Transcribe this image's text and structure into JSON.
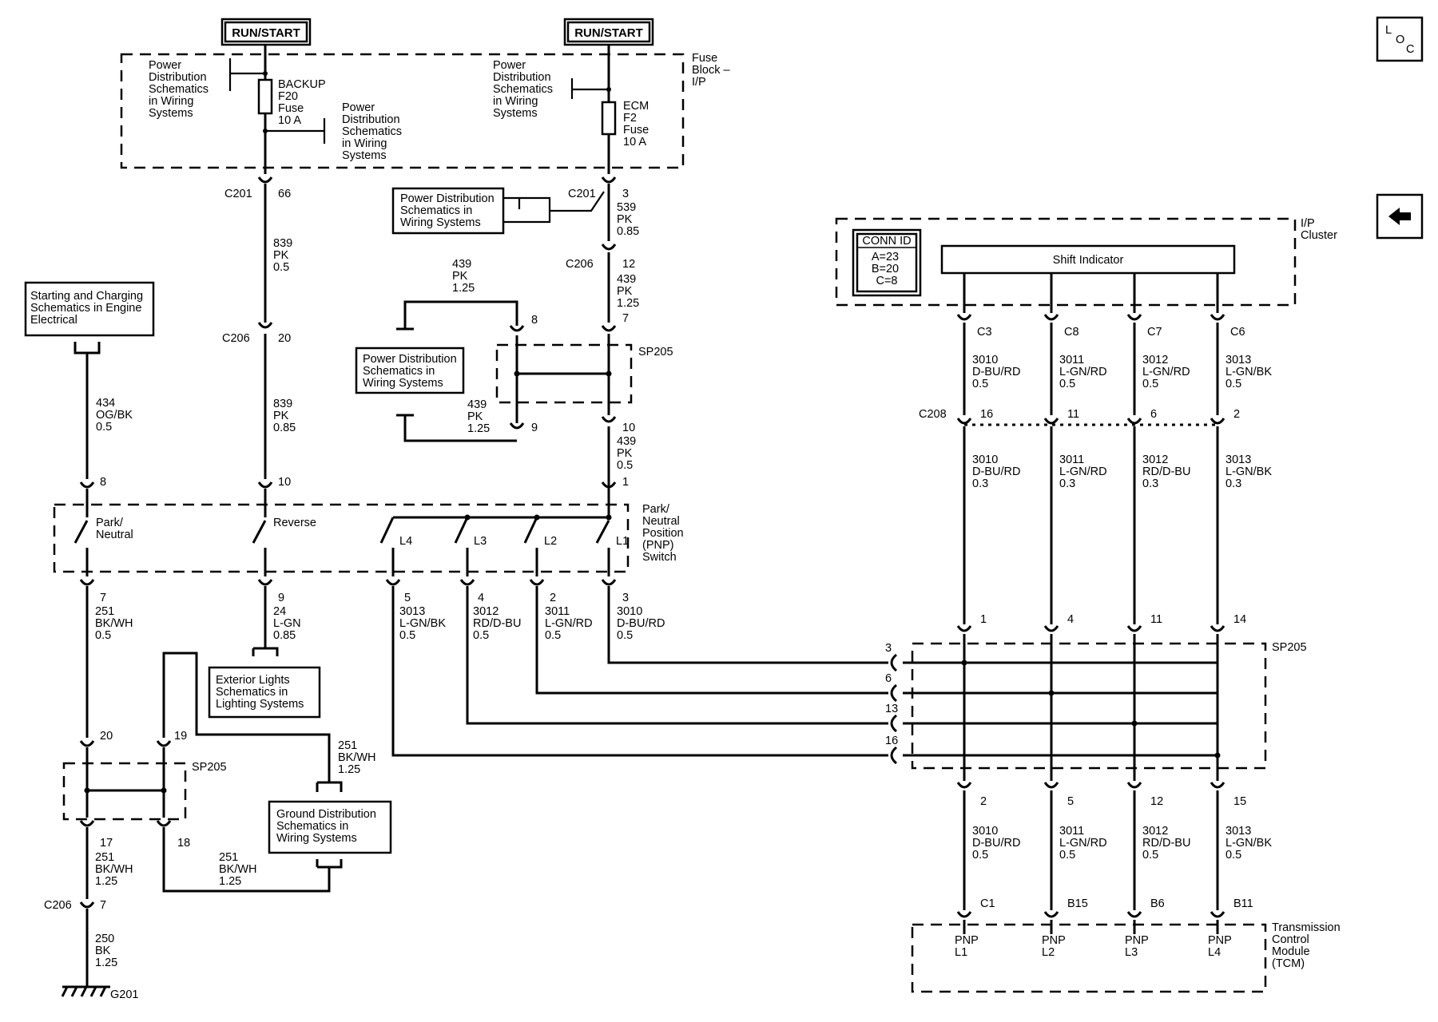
{
  "power": {
    "run_start_left": "RUN/START",
    "run_start_right": "RUN/START",
    "fuse_block_label": [
      "Fuse",
      "Block –",
      "I/P"
    ],
    "pds_left_top": [
      "Power",
      "Distribution",
      "Schematics",
      "in Wiring",
      "Systems"
    ],
    "pds_left_mid": [
      "Power",
      "Distribution",
      "Schematics",
      "in Wiring",
      "Systems"
    ],
    "pds_right_top": [
      "Power",
      "Distribution",
      "Schematics",
      "in Wiring",
      "Systems"
    ],
    "fuse_backup": [
      "BACKUP",
      "F20",
      "Fuse",
      "10 A"
    ],
    "fuse_ecm": [
      "ECM",
      "F2",
      "Fuse",
      "10 A"
    ]
  },
  "boxes": {
    "pds_c201": [
      "Power Distribution",
      "Schematics in",
      "Wiring Systems"
    ],
    "pds_sp205": [
      "Power Distribution",
      "Schematics in",
      "Wiring Systems"
    ],
    "starting_charging": [
      "Starting and Charging",
      "Schematics in Engine",
      "Electrical"
    ],
    "exterior_lights": [
      "Exterior Lights",
      "Schematics in",
      "Lighting Systems"
    ],
    "ground_distribution": [
      "Ground Distribution",
      "Schematics in",
      "Wiring Systems"
    ]
  },
  "connectors": {
    "c201": "C201",
    "c206": "C206",
    "c208": "C208",
    "sp205": "SP205",
    "g201": "G201",
    "c201_pin_left": "66",
    "c201_pin_right": "3",
    "c206_pin_20": "20",
    "c206_pin_12": "12",
    "c206_pin_7": "7",
    "c206_pin_ground": "7",
    "sp205_pin_8": "8",
    "sp205_pin_9": "9",
    "sp205_pin_10": "10",
    "pnp_pin_8": "8",
    "pnp_pin_10": "10",
    "pnp_pin_1": "1",
    "pnp_pin_7": "7",
    "pnp_pin_9": "9",
    "pnp_pin_5": "5",
    "pnp_pin_4": "4",
    "pnp_pin_2": "2",
    "pnp_pin_3": "3",
    "sp205_left_20": "20",
    "sp205_left_19": "19",
    "sp205_left_17": "17",
    "sp205_left_18": "18"
  },
  "wires": {
    "w839_a": [
      "839",
      "PK",
      "0.5"
    ],
    "w839_b": [
      "839",
      "PK",
      "0.85"
    ],
    "w539": [
      "539",
      "PK",
      "0.85"
    ],
    "w439_a": [
      "439",
      "PK",
      "1.25"
    ],
    "w439_b": [
      "439",
      "PK",
      "1.25"
    ],
    "w439_c": [
      "439",
      "PK",
      "1.25"
    ],
    "w439_d": [
      "439",
      "PK",
      "0.5"
    ],
    "w434": [
      "434",
      "OG/BK",
      "0.5"
    ],
    "w251_a": [
      "251",
      "BK/WH",
      "0.5"
    ],
    "w24": [
      "24",
      "L-GN",
      "0.85"
    ],
    "w3013_pnp": [
      "3013",
      "L-GN/BK",
      "0.5"
    ],
    "w3012_pnp": [
      "3012",
      "RD/D-BU",
      "0.5"
    ],
    "w3011_pnp": [
      "3011",
      "L-GN/RD",
      "0.5"
    ],
    "w3010_pnp": [
      "3010",
      "D-BU/RD",
      "0.5"
    ],
    "w251_b": [
      "251",
      "BK/WH",
      "1.25"
    ],
    "w251_c": [
      "251",
      "BK/WH",
      "1.25"
    ],
    "w251_d": [
      "251",
      "BK/WH",
      "1.25"
    ],
    "w250": [
      "250",
      "BK",
      "1.25"
    ]
  },
  "pnp_switch": {
    "title": [
      "Park/",
      "Neutral",
      "Position",
      "(PNP)",
      "Switch"
    ],
    "park_neutral": [
      "Park/",
      "Neutral"
    ],
    "reverse": "Reverse",
    "l4": "L4",
    "l3": "L3",
    "l2": "L2",
    "l1": "L1"
  },
  "cluster": {
    "label": [
      "I/P",
      "Cluster"
    ],
    "conn_id_title": "CONN ID",
    "conn_id_values": [
      "A=23",
      "B=20",
      "C=8"
    ],
    "shift_indicator": "Shift Indicator",
    "pins": [
      "C3",
      "C8",
      "C7",
      "C6"
    ],
    "upper_wires": [
      [
        "3010",
        "D-BU/RD",
        "0.5"
      ],
      [
        "3011",
        "L-GN/RD",
        "0.5"
      ],
      [
        "3012",
        "L-GN/RD",
        "0.5"
      ],
      [
        "3013",
        "L-GN/BK",
        "0.5"
      ]
    ],
    "c208_pins": [
      "16",
      "11",
      "6",
      "2"
    ],
    "mid_wires": [
      [
        "3010",
        "D-BU/RD",
        "0.3"
      ],
      [
        "3011",
        "L-GN/RD",
        "0.3"
      ],
      [
        "3012",
        "RD/D-BU",
        "0.3"
      ],
      [
        "3013",
        "L-GN/BK",
        "0.3"
      ]
    ]
  },
  "sp205_right": {
    "label": "SP205",
    "top_pins": [
      "1",
      "4",
      "11",
      "14"
    ],
    "left_pins": [
      "3",
      "6",
      "13",
      "16"
    ],
    "bottom_pins": [
      "2",
      "5",
      "12",
      "15"
    ]
  },
  "tcm": {
    "label": [
      "Transmission",
      "Control",
      "Module",
      "(TCM)"
    ],
    "lower_wires": [
      [
        "3010",
        "D-BU/RD",
        "0.5"
      ],
      [
        "3011",
        "L-GN/RD",
        "0.5"
      ],
      [
        "3012",
        "RD/D-BU",
        "0.5"
      ],
      [
        "3013",
        "L-GN/BK",
        "0.5"
      ]
    ],
    "pins": [
      "C1",
      "B15",
      "B6",
      "B11"
    ],
    "inputs": [
      [
        "PNP",
        "L1"
      ],
      [
        "PNP",
        "L2"
      ],
      [
        "PNP",
        "L3"
      ],
      [
        "PNP",
        "L4"
      ]
    ]
  },
  "nav": {
    "loc_icon": [
      "L",
      "O",
      "C"
    ],
    "back_icon": "back-arrow"
  }
}
